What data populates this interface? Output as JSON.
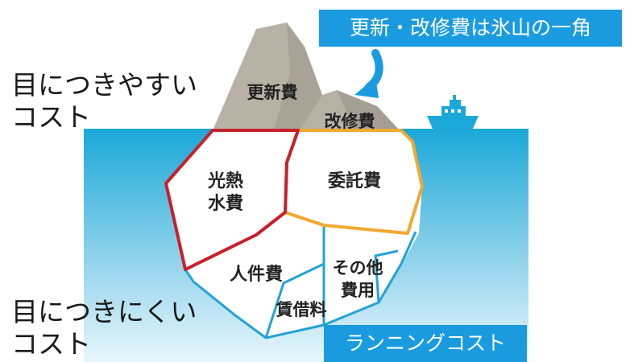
{
  "labels": {
    "visible_cost": [
      "目につきやすい",
      "コスト"
    ],
    "hidden_cost": [
      "目につきにくい",
      "コスト"
    ],
    "callout": "更新・改修費は氷山の一角",
    "running_cost": "ランニングコスト"
  },
  "regions": {
    "renewal": "更新費",
    "repair": "改修費",
    "utilities": [
      "光熱",
      "水費"
    ],
    "outsourcing": "委託費",
    "personnel": "人件費",
    "other": [
      "その他",
      "費用"
    ],
    "rent": "賃借料"
  },
  "colors": {
    "water_top": "#1ba8d8",
    "water_bottom": "#e2f3fa",
    "mountain": "#b8b2a6",
    "mountain_shadow": "#8f8a7f",
    "utilities_border": "#c8202a",
    "outsourcing_border": "#f2a830",
    "hidden_border": "#23a3d6",
    "accent_box": "#1a9be0"
  },
  "icons": [
    "ship-icon",
    "curved-arrow-icon"
  ]
}
